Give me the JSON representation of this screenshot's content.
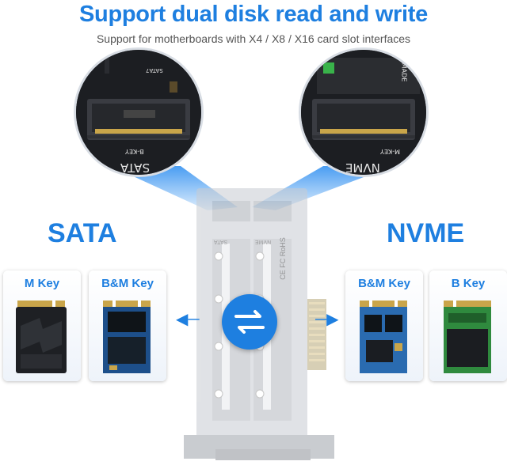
{
  "header": {
    "title": "Support dual disk read and write",
    "subtitle": "Support for motherboards with X4 / X8 / X16 card slot interfaces"
  },
  "sections": {
    "sata": "SATA",
    "nvme": "NVME"
  },
  "zoom": {
    "sata": {
      "slot_label": "SATA",
      "key_label": "B-KEY",
      "silk": "SATA7"
    },
    "nvme": {
      "slot_label": "NVME",
      "key_label": "M-KEY",
      "silk": "MADE"
    }
  },
  "cards": {
    "sata_cards": [
      {
        "label": "M Key"
      },
      {
        "label": "B&M Key"
      }
    ],
    "nvme_cards": [
      {
        "label": "B&M Key"
      },
      {
        "label": "B Key"
      }
    ]
  },
  "board": {
    "slot_left": "SATA",
    "slot_right": "NVME",
    "cert": "CE FC RoHS"
  },
  "icons": {
    "swap": "swap-arrows-icon",
    "arrow_left": "arrow-left-icon",
    "arrow_right": "arrow-right-icon"
  },
  "colors": {
    "accent": "#1e7fe0",
    "pcb_dark": "#1b1d21"
  }
}
